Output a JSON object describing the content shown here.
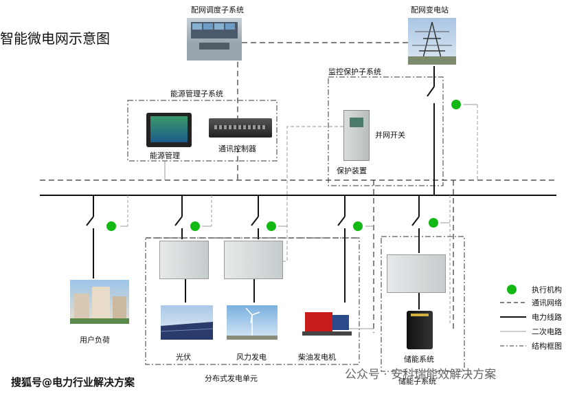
{
  "title": "智能微电网示意图",
  "labels": {
    "dispatch": "配网调度子系统",
    "substation": "配网变电站",
    "monitor": "监控保护子系统",
    "ems_group": "能源管理子系统",
    "ems": "能源管理",
    "comm": "通讯控制器",
    "grid_switch": "并网开关",
    "protection": "保护装置",
    "user_load": "用户负荷",
    "pv": "光伏",
    "wind": "风力发电",
    "diesel": "柴油发电机",
    "distributed": "分布式发电单元",
    "storage": "储能系统",
    "storage_sub": "储能子系统"
  },
  "legend": [
    {
      "label": "执行机构",
      "style": "dot"
    },
    {
      "label": "通讯网络",
      "style": "dashed"
    },
    {
      "label": "电力线路",
      "style": "solid"
    },
    {
      "label": "二次电路",
      "style": "thin"
    },
    {
      "label": "结构框图",
      "style": "dashdot"
    }
  ],
  "footer": {
    "left": "搜狐号@电力行业解决方案",
    "right": "公众号 · 安科瑞能效解决方案"
  },
  "colors": {
    "actuator": "#14b814",
    "line": "#111111",
    "dashed": "#333333",
    "thin": "#999999"
  }
}
